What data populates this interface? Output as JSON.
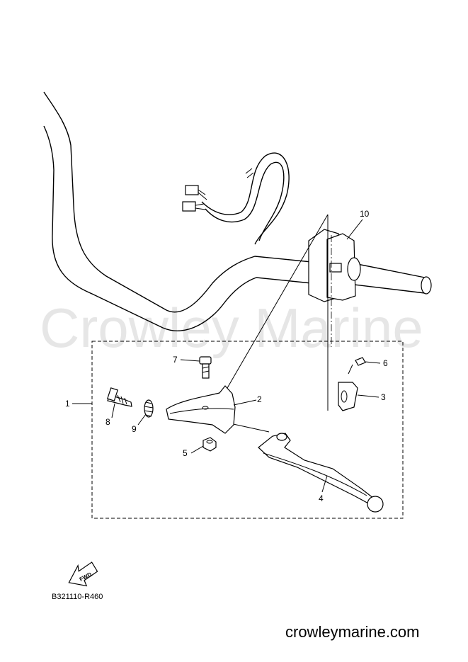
{
  "watermark": "Crowley Marine",
  "callouts": [
    {
      "id": "1",
      "label": "1"
    },
    {
      "id": "2",
      "label": "2"
    },
    {
      "id": "3",
      "label": "3"
    },
    {
      "id": "4",
      "label": "4"
    },
    {
      "id": "5",
      "label": "5"
    },
    {
      "id": "6",
      "label": "6"
    },
    {
      "id": "7",
      "label": "7"
    },
    {
      "id": "8",
      "label": "8"
    },
    {
      "id": "9",
      "label": "9"
    },
    {
      "id": "10",
      "label": "10"
    }
  ],
  "fwd_badge": "FWD",
  "diagram_code": "B321110-R460",
  "site_footer": "crowleymarine.com"
}
